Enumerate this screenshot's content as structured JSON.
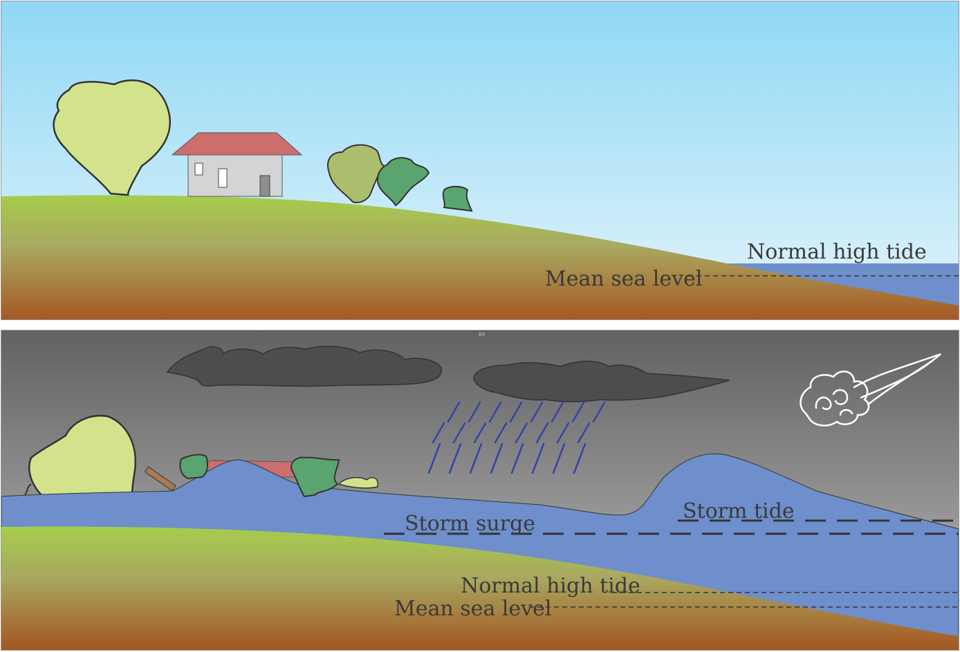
{
  "top_panel": {
    "labels": {
      "normal_high_tide": "Normal high tide",
      "mean_sea_level": "Mean sea level"
    }
  },
  "bottom_panel": {
    "labels": {
      "storm_surge": "Storm surge",
      "storm_tide": "Storm tide",
      "normal_high_tide": "Normal high tide",
      "mean_sea_level": "Mean sea level"
    },
    "watermark": "BR"
  },
  "colors": {
    "sky_top": "#8fd8f5",
    "sky_bottom": "#e4f4fb",
    "storm_sky_top": "#616161",
    "storm_sky_bottom": "#bdbdbd",
    "grass": "#a6cd4c",
    "soil": "#a4521e",
    "water": "#6e8fcb",
    "roof": "#cc6e6e",
    "house_wall": "#d3d4d6",
    "tree_light": "#d3e38c",
    "tree_olive": "#adbd6e",
    "tree_green": "#5aa470",
    "cloud": "#4d4d4f",
    "rain": "#3543a8",
    "outline": "#333333"
  }
}
